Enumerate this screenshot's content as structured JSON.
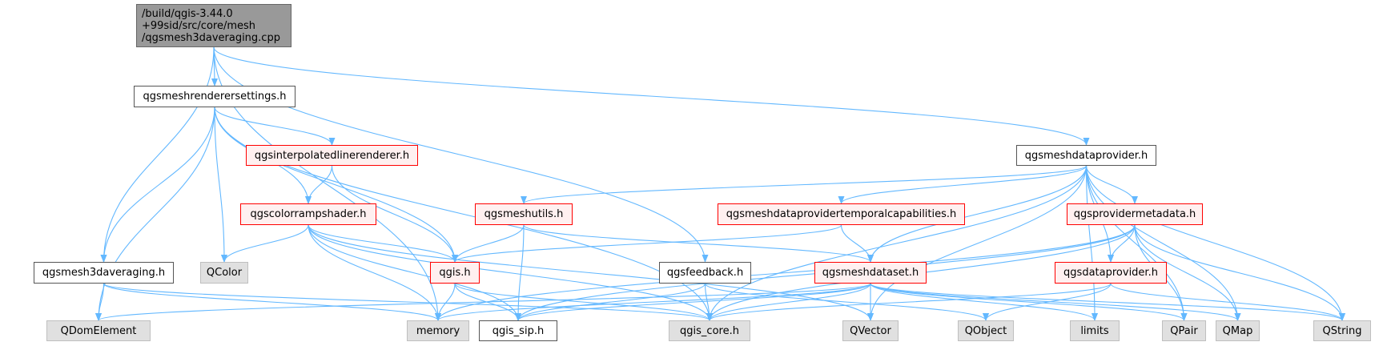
{
  "colors": {
    "edge": "#63b8ff",
    "arrow": "#63b8ff",
    "root_fill": "#999999",
    "red_border": "#ff0000",
    "red_fill": "#fff0f0",
    "grey_fill": "#e0e0e0",
    "grey_border": "#bfbfbf"
  },
  "nodes": {
    "root": {
      "label": "/build/qgis-3.44.0\n+99sid/src/core/mesh\n/qgsmesh3daveraging.cpp",
      "kind": "root"
    },
    "renderersettings": {
      "label": "qgsmeshrenderersettings.h",
      "kind": "plain"
    },
    "dataprovider": {
      "label": "qgsmeshdataprovider.h",
      "kind": "plain"
    },
    "interpolated": {
      "label": "qgsinterpolatedlinerenderer.h",
      "kind": "red"
    },
    "colorramp": {
      "label": "qgscolorrampshader.h",
      "kind": "red"
    },
    "meshutils": {
      "label": "qgsmeshutils.h",
      "kind": "red"
    },
    "temporal": {
      "label": "qgsmeshdataprovidertemporalcapabilities.h",
      "kind": "red"
    },
    "providermeta": {
      "label": "qgsprovidermetadata.h",
      "kind": "red"
    },
    "averaging": {
      "label": "qgsmesh3daveraging.h",
      "kind": "plain"
    },
    "qcolor": {
      "label": "QColor",
      "kind": "grey"
    },
    "qgis": {
      "label": "qgis.h",
      "kind": "red"
    },
    "feedback": {
      "label": "qgsfeedback.h",
      "kind": "plain"
    },
    "dataset": {
      "label": "qgsmeshdataset.h",
      "kind": "red"
    },
    "qgsdataprovider": {
      "label": "qgsdataprovider.h",
      "kind": "red"
    },
    "qdomelement": {
      "label": "QDomElement",
      "kind": "grey"
    },
    "memory": {
      "label": "memory",
      "kind": "grey"
    },
    "qgis_sip": {
      "label": "qgis_sip.h",
      "kind": "plain"
    },
    "qgis_core": {
      "label": "qgis_core.h",
      "kind": "grey"
    },
    "qvector": {
      "label": "QVector",
      "kind": "grey"
    },
    "qobject": {
      "label": "QObject",
      "kind": "grey"
    },
    "limits": {
      "label": "limits",
      "kind": "grey"
    },
    "qpair": {
      "label": "QPair",
      "kind": "grey"
    },
    "qmap": {
      "label": "QMap",
      "kind": "grey"
    },
    "qstring": {
      "label": "QString",
      "kind": "grey"
    }
  },
  "edges": [
    [
      "root",
      "renderersettings"
    ],
    [
      "root",
      "averaging"
    ],
    [
      "root",
      "memory"
    ],
    [
      "root",
      "feedback"
    ],
    [
      "root",
      "dataprovider"
    ],
    [
      "renderersettings",
      "interpolated"
    ],
    [
      "renderersettings",
      "colorramp"
    ],
    [
      "renderersettings",
      "qcolor"
    ],
    [
      "renderersettings",
      "averaging"
    ],
    [
      "renderersettings",
      "qdomelement"
    ],
    [
      "renderersettings",
      "qgis"
    ],
    [
      "renderersettings",
      "qgis_core"
    ],
    [
      "interpolated",
      "colorramp"
    ],
    [
      "interpolated",
      "qgis"
    ],
    [
      "colorramp",
      "qcolor"
    ],
    [
      "colorramp",
      "qgis"
    ],
    [
      "colorramp",
      "memory"
    ],
    [
      "colorramp",
      "qgis_sip"
    ],
    [
      "colorramp",
      "qgis_core"
    ],
    [
      "colorramp",
      "qvector"
    ],
    [
      "averaging",
      "qdomelement"
    ],
    [
      "averaging",
      "memory"
    ],
    [
      "averaging",
      "qgis_core"
    ],
    [
      "qgis",
      "memory"
    ],
    [
      "qgis",
      "qgis_sip"
    ],
    [
      "qgis",
      "qgis_core"
    ],
    [
      "meshutils",
      "qgis"
    ],
    [
      "meshutils",
      "qgis_sip"
    ],
    [
      "meshutils",
      "dataset"
    ],
    [
      "temporal",
      "qgis"
    ],
    [
      "temporal",
      "dataset"
    ],
    [
      "feedback",
      "qgis_sip"
    ],
    [
      "feedback",
      "qgis_core"
    ],
    [
      "feedback",
      "qobject"
    ],
    [
      "dataprovider",
      "meshutils"
    ],
    [
      "dataprovider",
      "temporal"
    ],
    [
      "dataprovider",
      "providermeta"
    ],
    [
      "dataprovider",
      "dataset"
    ],
    [
      "dataprovider",
      "qgsdataprovider"
    ],
    [
      "dataprovider",
      "qgis_core"
    ],
    [
      "dataprovider",
      "qvector"
    ],
    [
      "dataprovider",
      "limits"
    ],
    [
      "dataprovider",
      "qpair"
    ],
    [
      "dataprovider",
      "qmap"
    ],
    [
      "dataprovider",
      "qstring"
    ],
    [
      "providermeta",
      "memory"
    ],
    [
      "providermeta",
      "qgis_sip"
    ],
    [
      "providermeta",
      "qgis_core"
    ],
    [
      "providermeta",
      "qgsdataprovider"
    ],
    [
      "providermeta",
      "qpair"
    ],
    [
      "providermeta",
      "qmap"
    ],
    [
      "providermeta",
      "qstring"
    ],
    [
      "dataset",
      "qdomelement"
    ],
    [
      "dataset",
      "memory"
    ],
    [
      "dataset",
      "qgis_sip"
    ],
    [
      "dataset",
      "qgis_core"
    ],
    [
      "dataset",
      "qvector"
    ],
    [
      "dataset",
      "limits"
    ],
    [
      "dataset",
      "qpair"
    ],
    [
      "dataset",
      "qmap"
    ],
    [
      "dataset",
      "qstring"
    ],
    [
      "qgsdataprovider",
      "qgis_core"
    ],
    [
      "qgsdataprovider",
      "qobject"
    ],
    [
      "qgsdataprovider",
      "qstring"
    ]
  ]
}
